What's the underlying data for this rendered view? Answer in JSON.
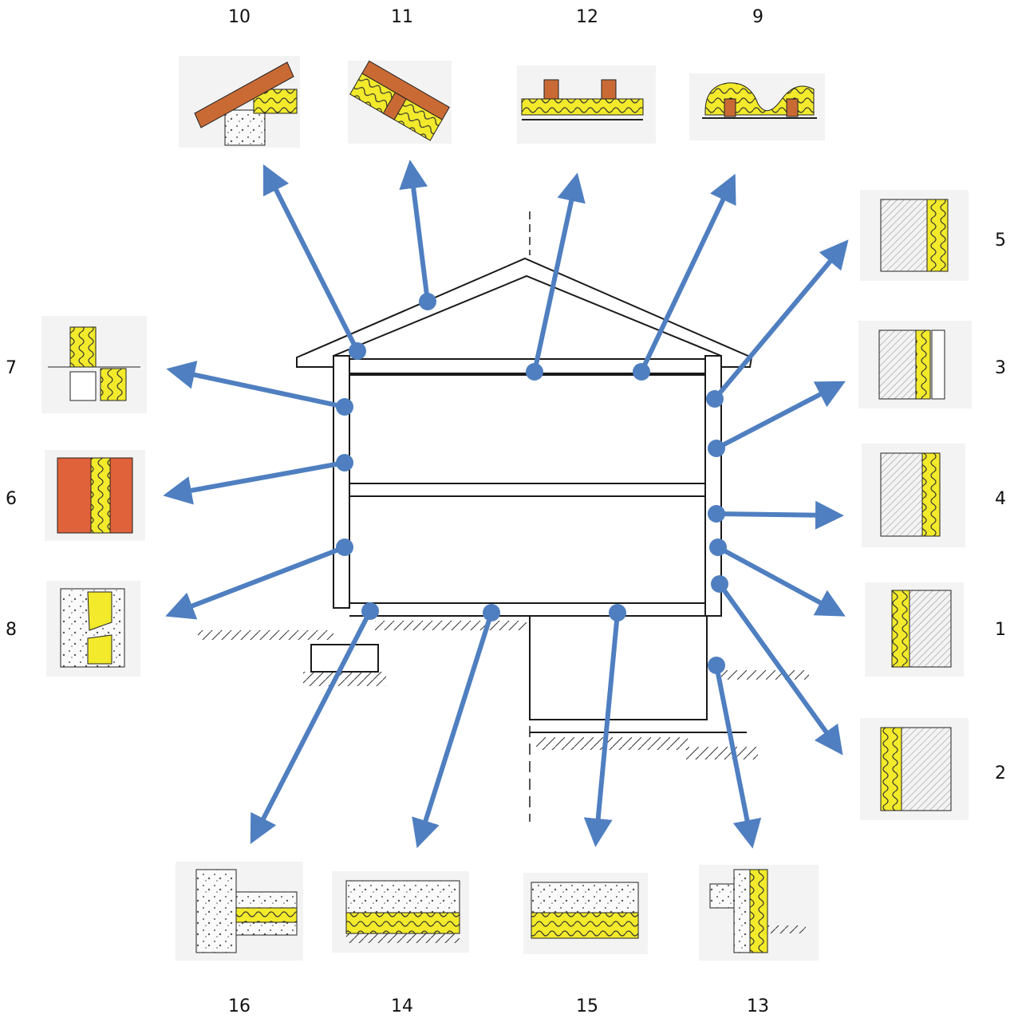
{
  "colors": {
    "arrow": "#4f7fc0",
    "insulation": "#f2ea2a",
    "brick": "#e0623a",
    "timber": "#c96a35",
    "outline": "#1a1a1a",
    "panel_bg": "#f3f3f3"
  },
  "labels": {
    "l1": "1",
    "l2": "2",
    "l3": "3",
    "l4": "4",
    "l5": "5",
    "l6": "6",
    "l7": "7",
    "l8": "8",
    "l9": "9",
    "l10": "10",
    "l11": "11",
    "l12": "12",
    "l13": "13",
    "l14": "14",
    "l15": "15",
    "l16": "16"
  }
}
